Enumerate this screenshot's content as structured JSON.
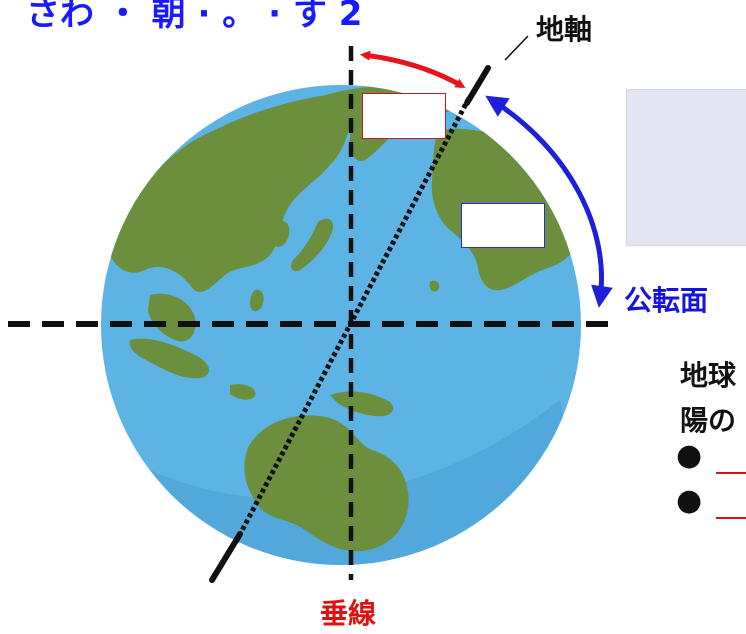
{
  "heading_fragment": "さわ ・ 朝 · 。 · す 2",
  "labels": {
    "earth_axis": "地軸",
    "orbital_plane": "公転面",
    "vertical_line": "垂線"
  },
  "note": {
    "line1": "地球",
    "line2": "陽の",
    "bullets": [
      "●",
      "●"
    ]
  },
  "answer_boxes": {
    "red": "",
    "blue": ""
  },
  "colors": {
    "ocean": "#5cb3e4",
    "ocean_shade": "#4b9fd3",
    "land": "#6b8f3c",
    "red_arrow": "#e8141c",
    "blue_arrow": "#1f1fdb",
    "axis_line": "#111111"
  }
}
